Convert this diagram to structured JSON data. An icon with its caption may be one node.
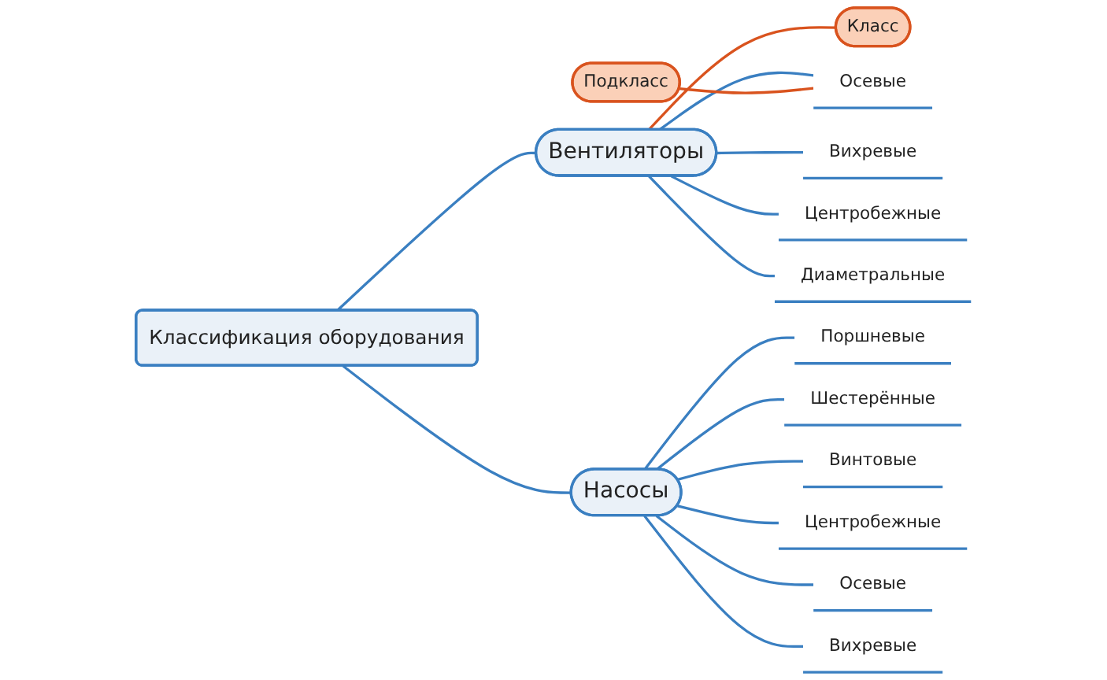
{
  "diagram": {
    "nodes": [
      {
        "text": [
          "Классификация оборудования"
        ]
      },
      {
        "text": [
          "Вентиляторы"
        ]
      },
      {
        "text": [
          "Класс"
        ]
      },
      {
        "text": [
          "Подкласс"
        ]
      },
      {
        "text": [
          "Осевые"
        ]
      },
      {
        "text": [
          "Вихревые"
        ]
      },
      {
        "text": [
          "Центробежные"
        ]
      },
      {
        "text": [
          "Диаметральные"
        ]
      },
      {
        "text": [
          "Насосы"
        ]
      },
      {
        "text": [
          "Поршневые"
        ]
      },
      {
        "text": [
          "Шестерённые"
        ]
      },
      {
        "text": [
          "Винтовые"
        ]
      },
      {
        "text": [
          "Центробежные"
        ]
      },
      {
        "text": [
          "Осевые"
        ]
      },
      {
        "text": [
          "Вихревые"
        ]
      }
    ],
    "edges": [
      {
        "from": 0,
        "to": 1,
        "arrow": "none"
      },
      {
        "from": 1,
        "to": 2,
        "arrow": "none",
        "color": "#d9531e"
      },
      {
        "from": 1,
        "to": 4,
        "arrow": "none"
      },
      {
        "from": 1,
        "to": 5,
        "arrow": "none"
      },
      {
        "from": 1,
        "to": 6,
        "arrow": "none"
      },
      {
        "from": 1,
        "to": 7,
        "arrow": "none"
      },
      {
        "from": 3,
        "to": 4,
        "arrow": "none",
        "color": "#d9531e"
      },
      {
        "from": 0,
        "to": 8,
        "arrow": "none"
      },
      {
        "from": 8,
        "to": 9,
        "arrow": "none"
      },
      {
        "from": 8,
        "to": 10,
        "arrow": "none"
      },
      {
        "from": 8,
        "to": 11,
        "arrow": "none"
      },
      {
        "from": 8,
        "to": 12,
        "arrow": "none"
      },
      {
        "from": 8,
        "to": 13,
        "arrow": "none"
      },
      {
        "from": 8,
        "to": 14,
        "arrow": "none"
      }
    ]
  }
}
